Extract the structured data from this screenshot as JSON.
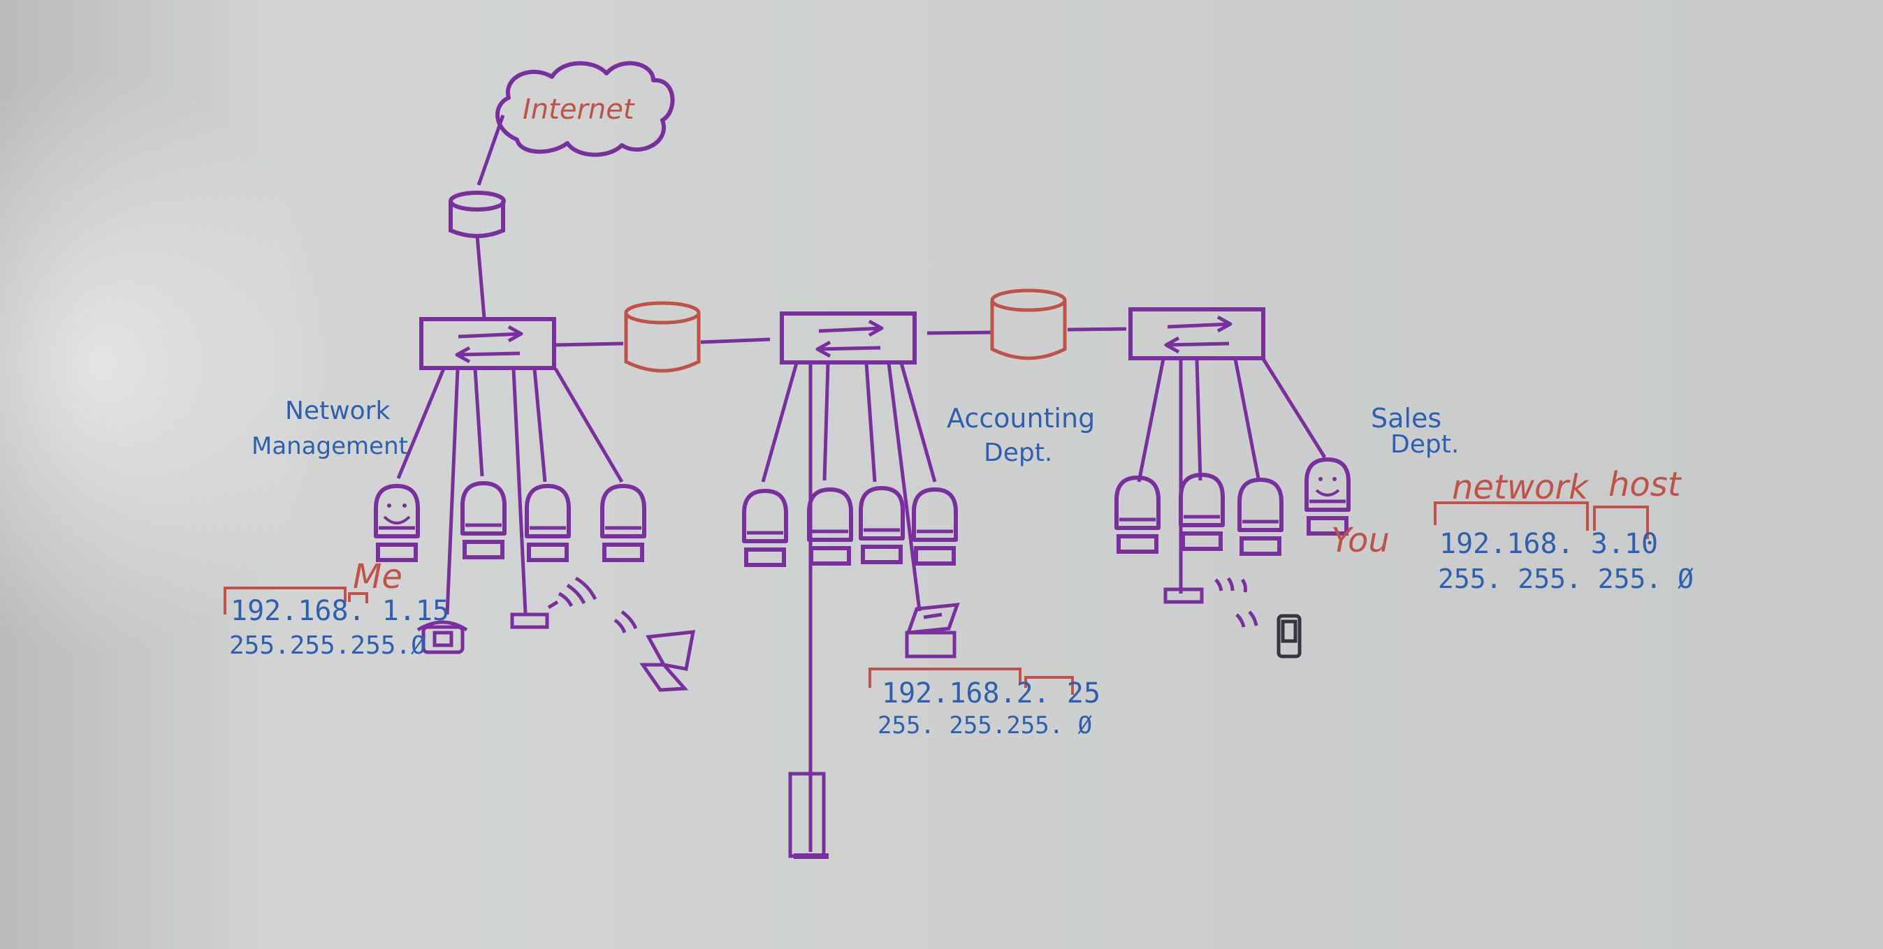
{
  "colors": {
    "purple": "#7a2f9e",
    "red": "#c0524a",
    "blue": "#2e5fb0",
    "board": "#c9cccb"
  },
  "cloud": {
    "label": "Internet"
  },
  "departments": {
    "network": {
      "line1": "Network",
      "line2": "Management",
      "person": "Me",
      "ip": "192.168. 1.15",
      "mask": "255.255.255.Ø"
    },
    "accounting": {
      "line1": "Accounting",
      "line2": "Dept.",
      "ip": "192.168.2. 25",
      "mask": "255. 255.255. Ø"
    },
    "sales": {
      "line1": "Sales",
      "line2": "Dept.",
      "person": "You",
      "network_label": "network",
      "host_label": "host",
      "ip": "192.168. 3.10",
      "mask": "255. 255. 255. Ø"
    }
  },
  "icons": {
    "cloud": "cloud-icon",
    "router": "router-icon",
    "switch": "switch-icon",
    "computer": "computer-icon",
    "phone": "phone-icon",
    "laptop": "laptop-icon",
    "printer": "printer-icon",
    "server": "server-icon",
    "access_point": "access-point-icon",
    "mobile": "mobile-phone-icon"
  }
}
